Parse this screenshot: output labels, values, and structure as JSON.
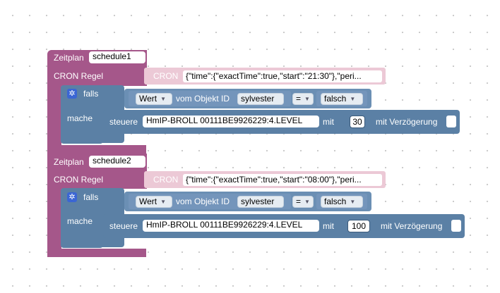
{
  "blocks": [
    {
      "label": "Zeitplan",
      "name": "schedule1",
      "cron_label": "CRON Regel",
      "cron_tag": "CRON",
      "cron_value": "{\"time\":{\"exactTime\":true,\"start\":\"21:30\"},\"peri...",
      "if_label": "falls",
      "do_label": "mache",
      "value_dropdown": "Wert",
      "from_object": "vom Objekt ID",
      "object_id": "sylvester",
      "operator": "=",
      "compare_value": "falsch",
      "control_label": "steuere",
      "control_target": "HmIP-BROLL 00111BE9926229:4.LEVEL",
      "with_label": "mit",
      "control_value": "30",
      "delay_label": "mit Verzögerung"
    },
    {
      "label": "Zeitplan",
      "name": "schedule2",
      "cron_label": "CRON Regel",
      "cron_tag": "CRON",
      "cron_value": "{\"time\":{\"exactTime\":true,\"start\":\"08:00\"},\"peri...",
      "if_label": "falls",
      "do_label": "mache",
      "value_dropdown": "Wert",
      "from_object": "vom Objekt ID",
      "object_id": "sylvester",
      "operator": "=",
      "compare_value": "falsch",
      "control_label": "steuere",
      "control_target": "HmIP-BROLL 00111BE9926229:4.LEVEL",
      "with_label": "mit",
      "control_value": "100",
      "delay_label": "mit Verzögerung"
    }
  ],
  "colors": {
    "schedule_block": "#a5578a",
    "cron_block": "#ecc9d6",
    "logic_block": "#5b80a5",
    "gear": "#3b66d4"
  }
}
